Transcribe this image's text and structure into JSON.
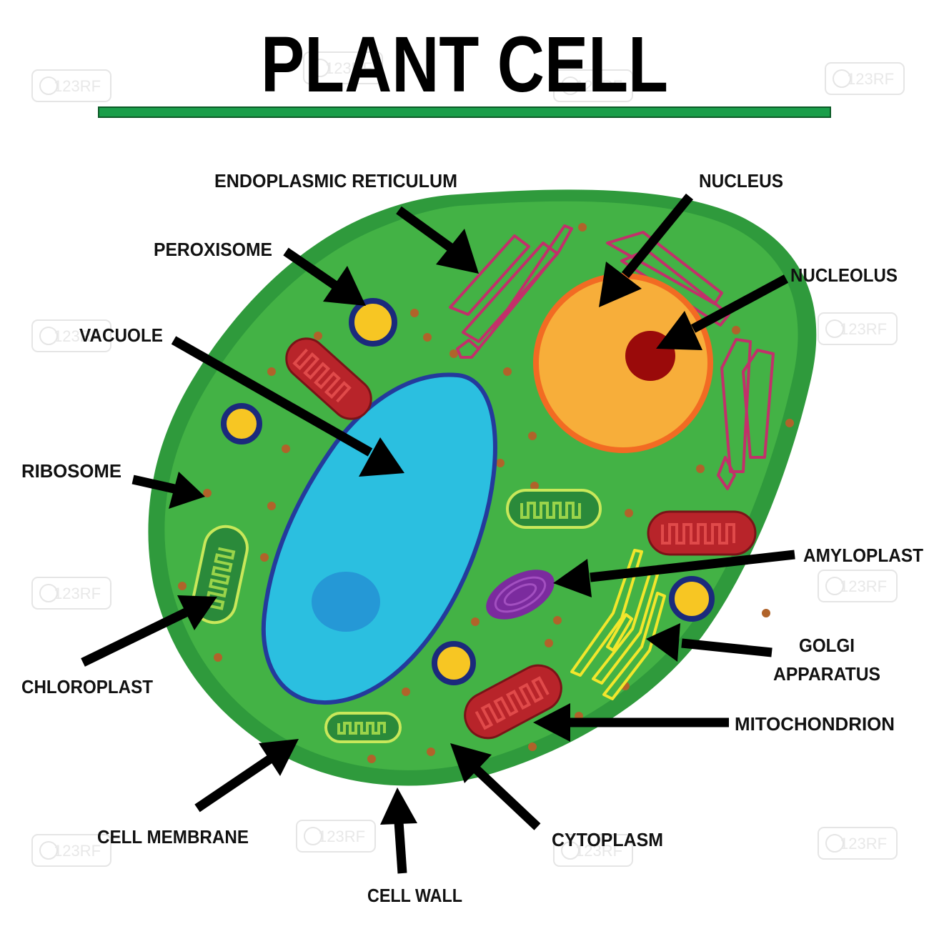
{
  "title": "PLANT CELL",
  "colors": {
    "rule": "#1a9e4a",
    "cell_wall": "#2f9a3c",
    "cytoplasm": "#43b245",
    "vacuole": "#2bbfe0",
    "vacuole_border": "#243a9c",
    "nucleus": "#f7ae3a",
    "nucleus_border": "#f26b23",
    "nucleolus": "#9a0a0a",
    "mitochondrion": "#b8242a",
    "chloroplast": "#2a8a3a",
    "amyloplast": "#7b2b9e",
    "golgi": "#f2e62c",
    "er": "#c2306a",
    "peroxisome_fill": "#f7c623",
    "peroxisome_border": "#1b2a7c",
    "ribosome": "#b0632a"
  },
  "labels": {
    "endoplasmic_reticulum": "ENDOPLASMIC RETICULUM",
    "nucleus": "NUCLEUS",
    "peroxisome": "PEROXISOME",
    "nucleolus": "NUCLEOLUS",
    "vacuole": "VACUOLE",
    "ribosome": "RIBOSOME",
    "amyloplast": "AMYLOPLAST",
    "golgi_line1": "GOLGI",
    "golgi_line2": "APPARATUS",
    "chloroplast": "CHLOROPLAST",
    "mitochondrion": "MITOCHONDRION",
    "cell_membrane": "CELL MEMBRANE",
    "cytoplasm": "CYTOPLASM",
    "cell_wall": "CELL WALL"
  }
}
